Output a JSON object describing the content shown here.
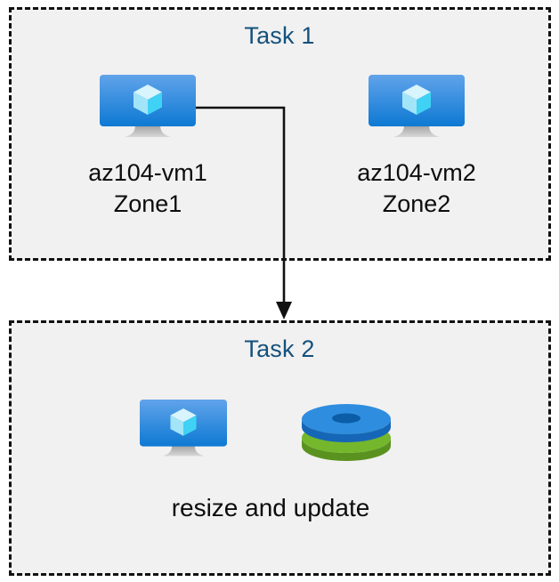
{
  "diagram": {
    "background_color": "#ffffff",
    "box_fill_color": "#f1f1f1",
    "box_border_color": "#111111",
    "title_color": "#14517c",
    "text_color": "#0d0d0d",
    "connector_color": "#111111"
  },
  "task1": {
    "title": "Task 1",
    "nodes": [
      {
        "icon": "virtual-machine-icon",
        "name_line1": "az104-vm1",
        "name_line2": "Zone1",
        "caption": "az104-vm1\nZone1"
      },
      {
        "icon": "virtual-machine-icon",
        "name_line1": "az104-vm2",
        "name_line2": "Zone2",
        "caption": "az104-vm2\nZone2"
      }
    ]
  },
  "task2": {
    "title": "Task 2",
    "icons": [
      {
        "icon": "virtual-machine-icon"
      },
      {
        "icon": "disks-icon"
      }
    ],
    "caption": "resize and update"
  },
  "connector": {
    "from": "az104-vm1",
    "to": "Task 2",
    "arrow_direction": "down",
    "style": "elbow-solid"
  },
  "icon_colors": {
    "vm_screen_top": "#5ea0e8",
    "vm_screen_bottom": "#0f7ad4",
    "vm_stand": "#b5b5b5",
    "cube_top": "#d2f2fb",
    "cube_left": "#a6e6f7",
    "cube_right": "#3fd2f5",
    "disk_blue": "#2f8de0",
    "disk_blue_dark": "#1666b8",
    "disk_blue_hole": "#0b5da8",
    "disk_green": "#74b72c",
    "disk_green_dark": "#5a9220",
    "disk_green_hole": "#548a1e"
  }
}
